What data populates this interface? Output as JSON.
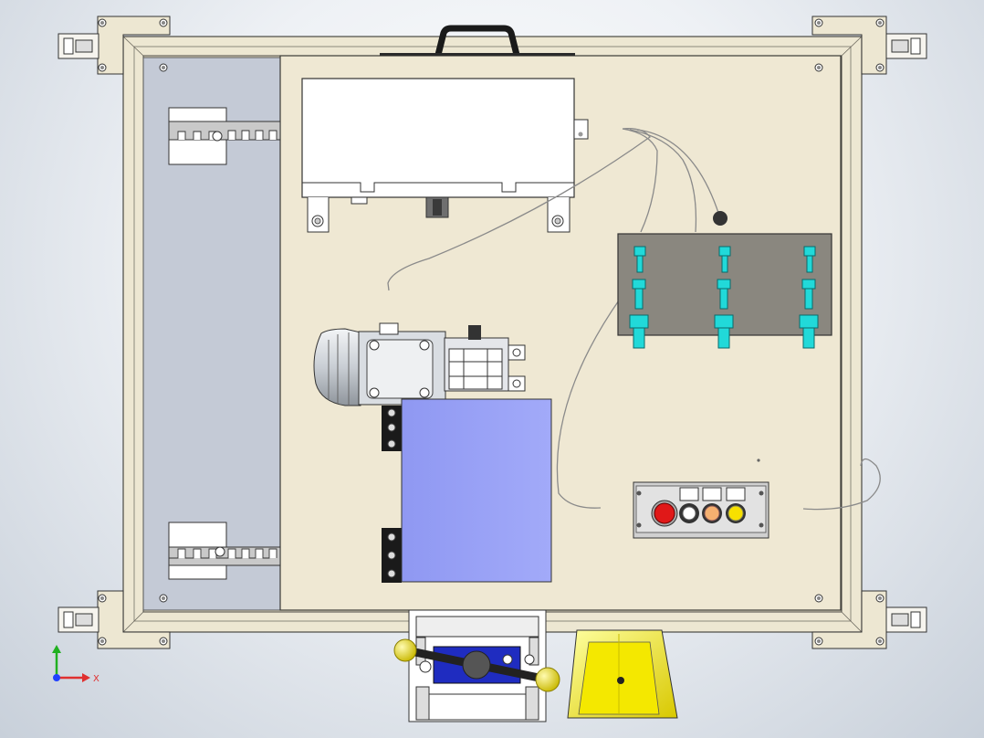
{
  "viewport": {
    "background_center": "#ffffff",
    "background_edge": "#c8d0da"
  },
  "colors": {
    "frame": "#ede7d2",
    "panel": "#efe8d3",
    "inner_recess": "#c4cad6",
    "steel": "#8c8c8c",
    "mount_plate": "#8a877f",
    "connector": "#21d9d9",
    "tank": "#98a1f7",
    "knob_yellow": "#fff200",
    "motor_grey": "#d9dde2",
    "stop_red": "#e01818",
    "lamp_orange": "#f5b070",
    "lamp_yellow": "#f7e000",
    "handle_blue": "#1f2cc0",
    "axis_x": "#e03030",
    "axis_y": "#20b020",
    "axis_z": "#2040ff"
  },
  "axis_triad": {
    "x_label": "X",
    "icons": [
      "axis-x-arrow",
      "axis-y-arrow",
      "axis-z-dot"
    ]
  },
  "icons": [
    "top-handle-icon",
    "hinge-bracket-icon",
    "emergency-stop-icon",
    "indicator-lamp-icon",
    "gearmotor-icon",
    "terminal-connector-icon",
    "padlock-icon"
  ]
}
